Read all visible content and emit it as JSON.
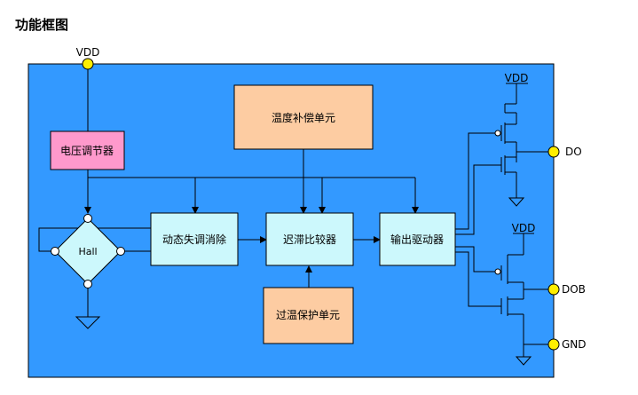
{
  "heading": "功能框图",
  "colors": {
    "panel": "#3399ff",
    "pink": "#ff99cc",
    "orange": "#fdcca2",
    "cyan": "#ccf8fc",
    "pin": "#ffee00",
    "hall": "#ccf8fc"
  },
  "pins": {
    "vdd_top": "VDD",
    "vdd_right_1": "VDD",
    "vdd_right_2": "VDD",
    "do": "DO",
    "dob": "DOB",
    "gnd": "GND"
  },
  "blocks": {
    "regulator": "电压调节器",
    "temp_comp": "温度补偿单元",
    "offset_cancel": "动态失调消除",
    "hysteresis": "迟滞比较器",
    "driver": "输出驱动器",
    "overtemp": "过温保护单元",
    "hall": "Hall"
  }
}
